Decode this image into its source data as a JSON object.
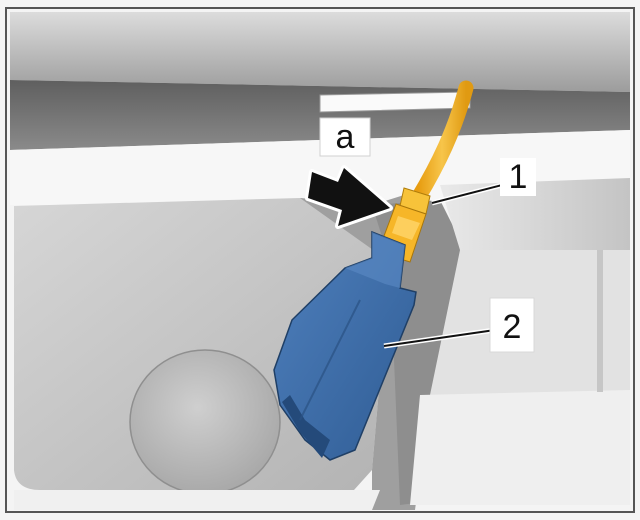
{
  "diagram": {
    "callouts": {
      "arrow_label": "a",
      "label_1": "1",
      "label_2": "2"
    },
    "colors": {
      "background_light": "#f2f2f2",
      "panel_gray": "#c9c9c9",
      "panel_dark": "#7e7e7e",
      "cable_yellow": "#f2b21c",
      "connector_yellow": "#f7c33a",
      "housing_blue": "#3f6fa8",
      "housing_blue_dark": "#244a7a",
      "arrow_black": "#111111",
      "frame_border": "#555555"
    },
    "icons": {
      "direction_arrow": "arrow-right-icon"
    }
  }
}
